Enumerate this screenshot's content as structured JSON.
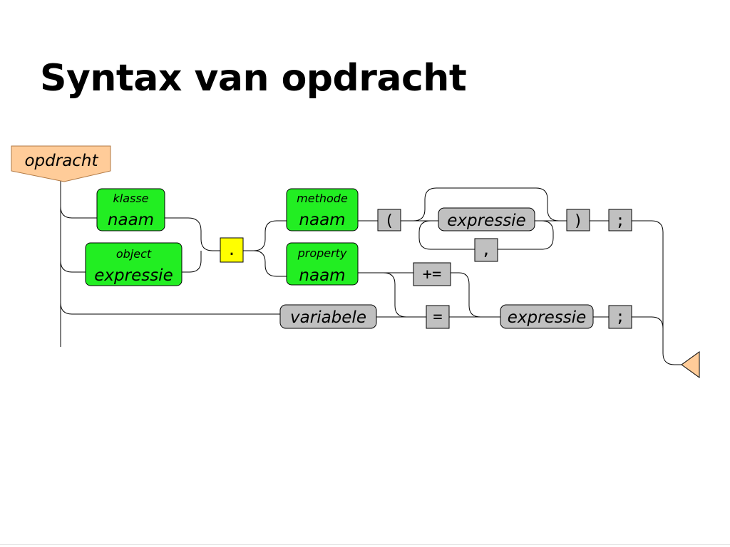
{
  "slide": {
    "title": "Syntax van opdracht"
  },
  "diagram": {
    "start": "opdracht",
    "nonterminals": {
      "klasse_naam": {
        "line1": "klasse",
        "line2": "naam"
      },
      "object_expressie": {
        "line1": "object",
        "line2": "expressie"
      },
      "methode_naam": {
        "line1": "methode",
        "line2": "naam"
      },
      "property_naam": {
        "line1": "property",
        "line2": "naam"
      }
    },
    "tokens": {
      "dot": ".",
      "open_paren": "(",
      "close_paren": ")",
      "comma": ",",
      "semicolon_call": ";",
      "plus_assign": "+=",
      "assign": "=",
      "semicolon_assign": ";"
    },
    "references": {
      "expressie_args": "expressie",
      "variabele": "variabele",
      "expressie_value": "expressie"
    },
    "colors": {
      "start_fill": "#ffcc99",
      "start_stroke": "#b27a45",
      "nonterminal_fill": "#22ee22",
      "dot_fill": "#ffff00",
      "terminal_fill": "#c0c0c0",
      "end_fill": "#ffcc99"
    }
  }
}
